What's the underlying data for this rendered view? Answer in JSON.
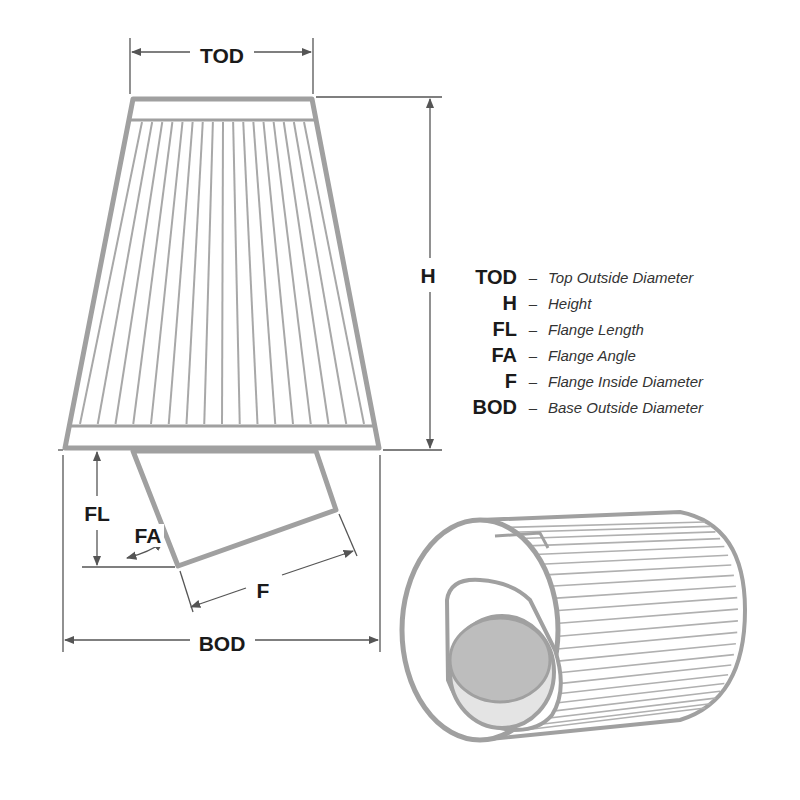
{
  "diagram": {
    "labels": [
      "TOD",
      "H",
      "FL",
      "FA",
      "F",
      "BOD",
      "TOD",
      "–",
      "Top Outside Diameter",
      "H",
      "–",
      "Height",
      "FL",
      "–",
      "Flange Length",
      "FA",
      "–",
      "Flange Angle",
      "F",
      "–",
      "Flange Inside Diameter",
      "BOD",
      "–",
      "Base Outside Diameter"
    ]
  }
}
